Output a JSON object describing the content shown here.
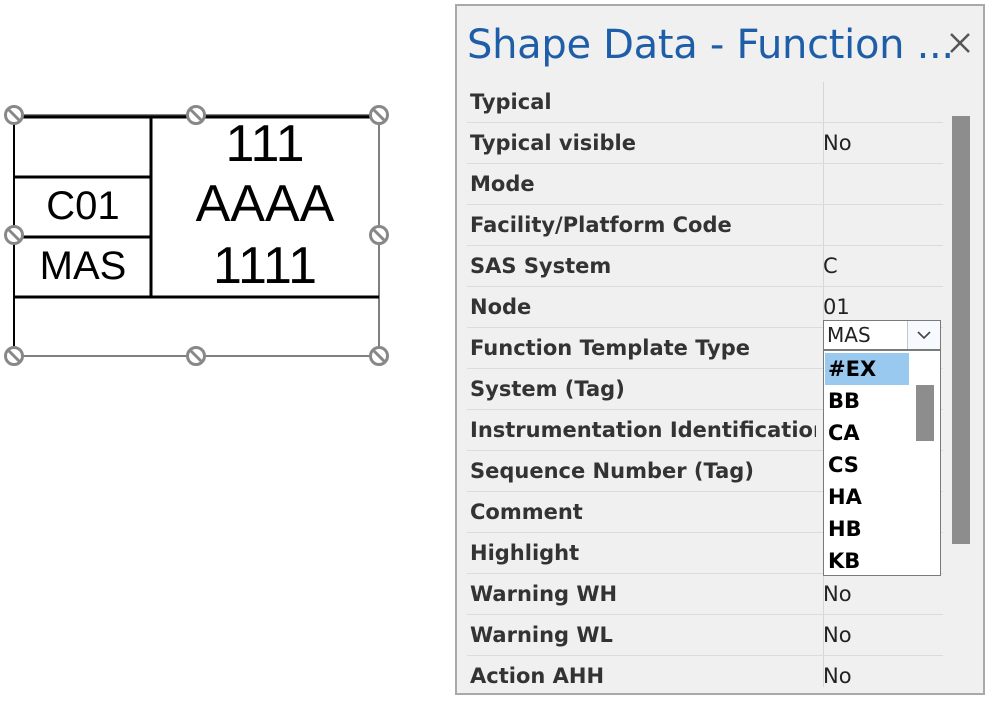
{
  "shape": {
    "left_top": "",
    "left_mid": "C01",
    "left_low": "MAS",
    "right_line1": "111",
    "right_line2": "AAAA",
    "right_line3": "1111"
  },
  "panel": {
    "title": "Shape Data - Function ...",
    "close_icon": "close-icon",
    "rows": [
      {
        "label": "Typical",
        "value": ""
      },
      {
        "label": "Typical visible",
        "value": "No"
      },
      {
        "label": "Mode",
        "value": ""
      },
      {
        "label": "Facility/Platform Code",
        "value": ""
      },
      {
        "label": "SAS System",
        "value": "C"
      },
      {
        "label": "Node",
        "value": "01"
      },
      {
        "label": "Function Template Type",
        "value": ""
      },
      {
        "label": "System (Tag)",
        "value": ""
      },
      {
        "label": "Instrumentation Identification",
        "value": ""
      },
      {
        "label": "Sequence Number (Tag)",
        "value": ""
      },
      {
        "label": "Comment",
        "value": ""
      },
      {
        "label": "Highlight",
        "value": ""
      },
      {
        "label": "Warning WH",
        "value": "No"
      },
      {
        "label": "Warning WL",
        "value": "No"
      },
      {
        "label": "Action AHH",
        "value": "No"
      }
    ]
  },
  "combo": {
    "value": "MAS",
    "arrow_icon": "chevron-down-icon",
    "options": [
      "#EX",
      "BB",
      "CA",
      "CS",
      "HA",
      "HB",
      "KB"
    ],
    "selected_index": 0
  },
  "colors": {
    "title": "#1e5ea8",
    "selected_option": "#99c9ef",
    "scrollbar": "#8d8d8d",
    "panel_bg": "#f0f0f0"
  }
}
